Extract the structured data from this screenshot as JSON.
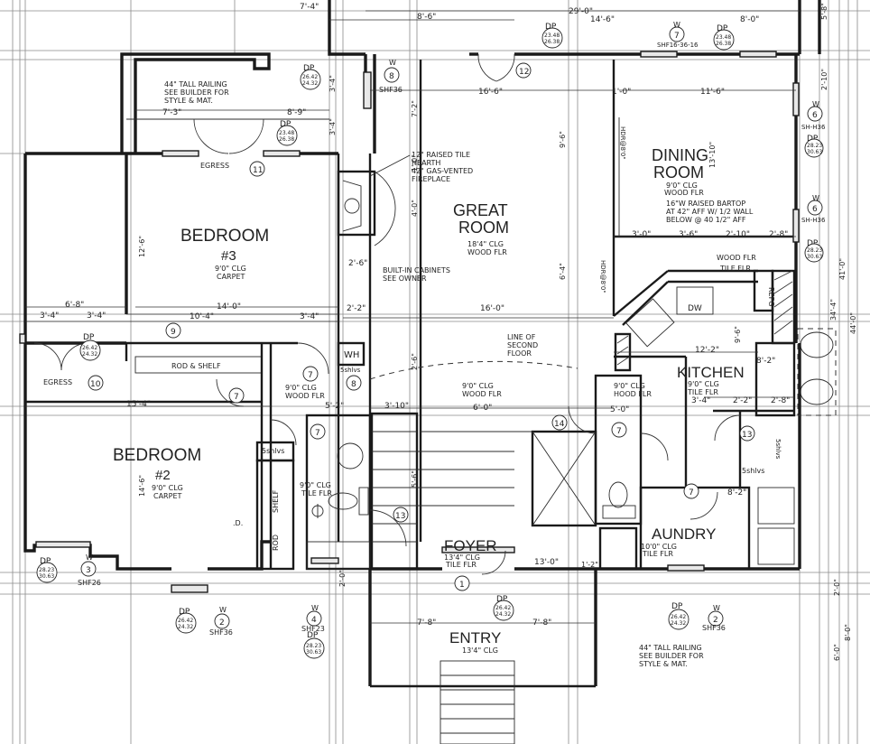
{
  "rooms": {
    "bedroom3": {
      "name": "BEDROOM",
      "num": "#3",
      "clg": "9'0\" CLG",
      "flr": "CARPET"
    },
    "bedroom2": {
      "name": "BEDROOM",
      "num": "#2",
      "clg": "9'0\" CLG",
      "flr": "CARPET"
    },
    "great_room_1": "GREAT",
    "great_room_2": "ROOM",
    "great_room_clg": "18'4\" CLG",
    "great_room_flr": "WOOD FLR",
    "dining_1": "DINING",
    "dining_2": "ROOM",
    "dining_clg": "9'0\" CLG",
    "dining_flr": "WOOD FLR",
    "kitchen": "KITCHEN",
    "kitchen_clg": "9'0\" CLG",
    "kitchen_flr": "TILE FLR",
    "foyer": "FOYER",
    "foyer_clg": "13'4\" CLG",
    "foyer_flr": "TILE FLR",
    "entry": "ENTRY",
    "entry_clg": "13'4\" CLG",
    "laundry": "AUNDRY",
    "laundry_clg": "10'0\" CLG",
    "laundry_flr": "TILE FLR",
    "bath_clg": "9'0\" CLG",
    "bath_flr": "TILE FLR",
    "hall_clg": "9'0\" CLG",
    "hall_flr": "WOOD FLR",
    "hall2_clg": "9'0\" CLG",
    "hall2_flr": "WOOD FLR",
    "pwdr_clg": "9'0\" CLG",
    "pwdr_flr": "HOOD FLR"
  },
  "notes": {
    "railing_top": [
      "44\" TALL RAILING",
      "SEE BUILDER FOR",
      "STYLE & MAT."
    ],
    "railing_bottom": [
      "44\" TALL RAILING",
      "SEE BUILDER FOR",
      "STYLE & MAT."
    ],
    "hearth": [
      "12\" RAISED TILE",
      "HEARTH",
      "42\" GAS-VENTED",
      "FIREPLACE"
    ],
    "cabinets": [
      "BUILT-IN CABINETS",
      "SEE OWNER"
    ],
    "second_floor": [
      "LINE OF",
      "SECOND",
      "FLOOR"
    ],
    "bartop": [
      "16\"W RAISED BARTOP",
      "AT 42\" AFF W/ 1/2 WALL",
      "BELOW @ 40 1/2\" AFF"
    ],
    "egress_1": "EGRESS",
    "egress_2": "EGRESS",
    "rod_shelf": "ROD & SHELF",
    "wh": "WH",
    "shlvs_1": "5shlvs",
    "shlvs_2": "5shlvs",
    "shlvs_3": "5shlvs",
    "shlvs_4": "5shlvs",
    "refg": "REFG",
    "dw": "DW",
    "wood_flr_tile": [
      "WOOD FLR",
      "TILE FLR"
    ],
    "hdr_1": "HDR@8'0\"",
    "hdr_2": "HDR@8'0\"",
    "d": ".D.",
    "shelf": "SHELF",
    "rod": "ROD"
  },
  "dims": {
    "d_29_0": "29'-0\"",
    "d_14_6": "14'-6\"",
    "d_8_0": "8'-0\"",
    "d_7_4": "7'-4\"",
    "d_8_6": "8'-6\"",
    "d_7_3": "7'-3\"",
    "d_8_9": "8'-9\"",
    "d_3_4a": "3'-4\"",
    "d_3_4b": "3'-4\"",
    "d_7_2": "7'-2\"",
    "d_16_6": "16'-6\"",
    "d_1_0": "1'-0\"",
    "d_11_6": "11'-6\"",
    "d_2_10": "2'-10\"",
    "d_41_0": "41'-0\"",
    "d_44_0": "44'-0\"",
    "d_5_8": "5'-8\"",
    "d_12_6": "12'-6\"",
    "d_14_0": "14'-0\"",
    "d_6_8": "6'-8\"",
    "d_3_4c": "3'-4\"",
    "d_3_4d": "3'-4\"",
    "d_10_4": "10'-4\"",
    "d_3_4e": "3'-4\"",
    "d_2_6": "2'-6\"",
    "d_2_2": "2'-2\"",
    "d_16_0": "16'-0\"",
    "d_15_4": "15'-4\"",
    "d_14_6b": "14'-6\"",
    "d_5_2": "5'-2\"",
    "d_3_10": "3'-10\"",
    "d_6_0a": "6'-0\"",
    "d_3_0a": "3'-0\"",
    "d_3_6": "3'-6\"",
    "d_2_10b": "2'-10\"",
    "d_2_8": "2'-8\"",
    "d_12_2": "12'-2\"",
    "d_8_2a": "8'-2\"",
    "d_3_4f": "3'-4\"",
    "d_2_2b": "2'-2\"",
    "d_2_8b": "2'-8\"",
    "d_8_2b": "8'-2\"",
    "d_5_0": "5'-0\"",
    "d_13_0": "13'-0\"",
    "d_1_2": "1'-2\"",
    "d_7_8a": "7'-8\"",
    "d_7_8b": "7'-8\"",
    "d_2_0a": "2'-0\"",
    "d_6_0b": "6'-0\"",
    "d_8_0b": "8'-0\"",
    "d_2_0b": "2'-0\"",
    "d_34_4": "34'-4\"",
    "d_13_10": "13'-10\"",
    "d_9_6": "9'-6\"",
    "d_6_4": "6'-4\"",
    "d_4_0": "4'-0\"",
    "d_1_0b": "1'-0\"",
    "d_2_6b": "2'-6\"",
    "d_5_6": "5'-6\"",
    "d_9_6b": "9'-6\""
  },
  "tags": {
    "dp": "DP",
    "dp_a": [
      "26.42",
      "24.32"
    ],
    "dp_b": [
      "23.48",
      "26.38"
    ],
    "dp_c": [
      "28.23",
      "30.63"
    ],
    "w": "W",
    "shf36": "SHF36",
    "shf26": "SHF26",
    "shf23": "SHF23",
    "sh_h36": "SH-H36",
    "sh_h36b": "SH-H36",
    "shf16": "SHF16-36-16",
    "n_7": "7",
    "n_8": "8",
    "n_6": "6",
    "n_2": "2",
    "n_3": "3",
    "n_4": "4",
    "n_9": "9",
    "n_10": "10",
    "n_11": "11",
    "n_12": "12",
    "n_13": "13",
    "n_14": "14",
    "n_1": "1"
  }
}
